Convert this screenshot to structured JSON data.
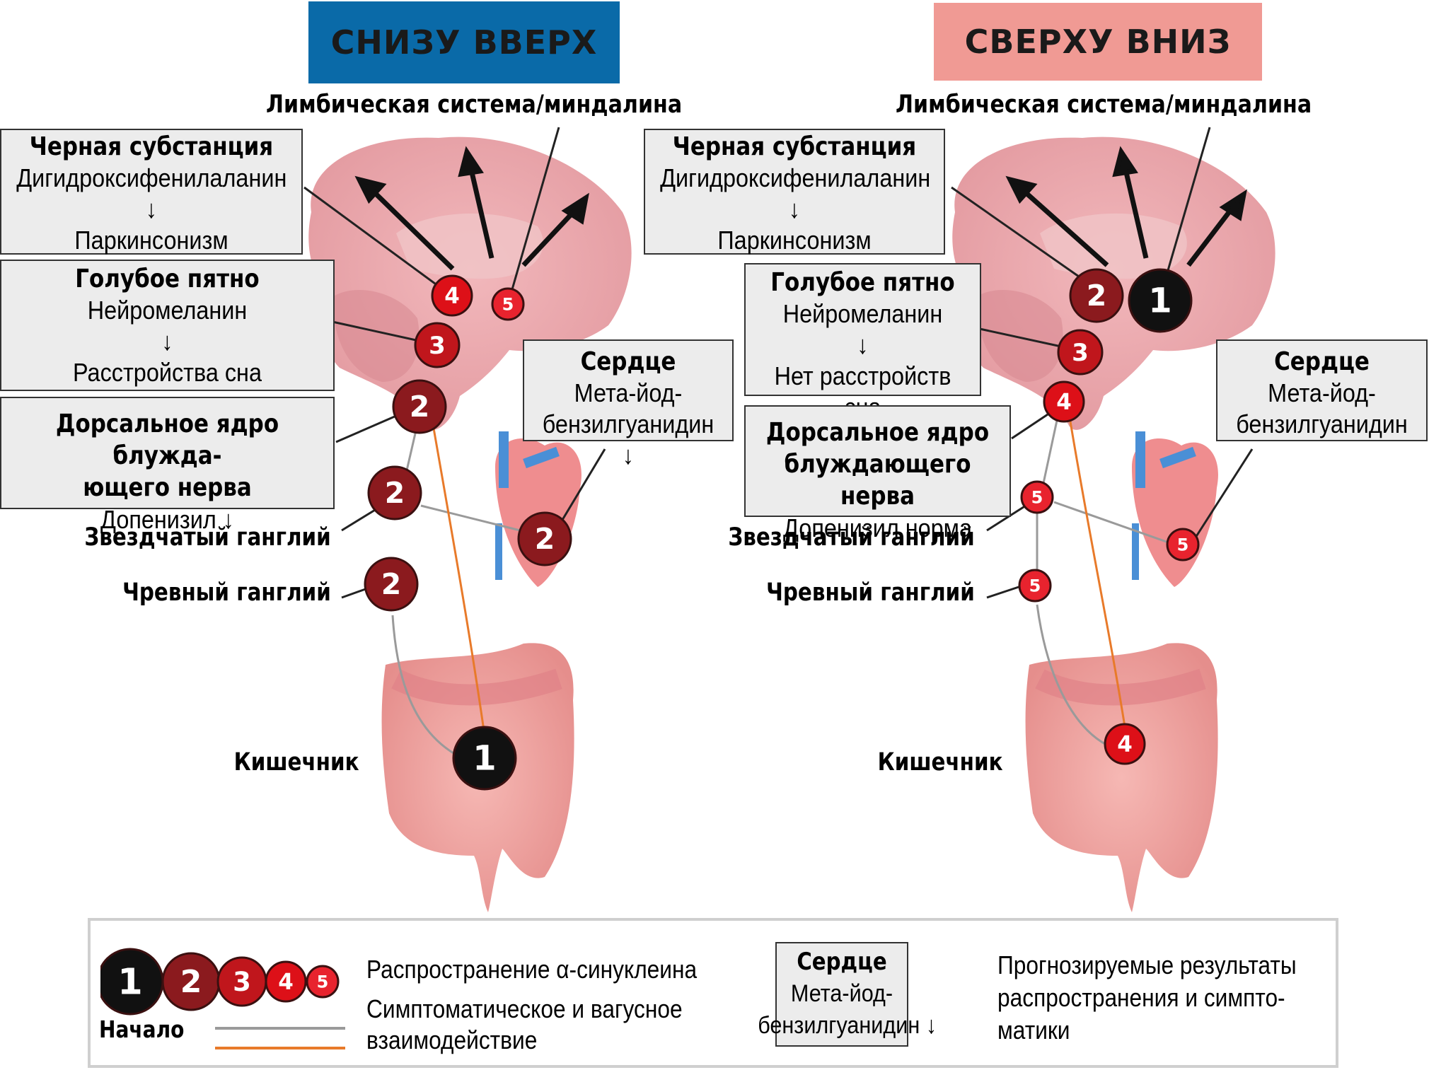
{
  "panels": {
    "left": {
      "title": "СНИЗУ ВВЕРХ",
      "title_bg": "#0a6aa8",
      "limbic_label": "Лимбическая система/миндалина",
      "boxes": {
        "substantia_nigra": {
          "title": "Черная субстанция",
          "lines": [
            "Дигидроксифенилаланин",
            "↓",
            "Паркинсонизм"
          ]
        },
        "locus_coeruleus": {
          "title": "Голубое пятно",
          "lines": [
            "Нейромеланин",
            "↓",
            "Расстройства сна"
          ]
        },
        "dorsal_vagus": {
          "title_lines": [
            "Дорсальное ядро блужда-",
            "ющего нерва"
          ],
          "lines": [
            "Допенизил ↓"
          ]
        },
        "heart": {
          "title": "Сердце",
          "lines": [
            "Мета-йод-",
            "бензилгуанидин ↓"
          ]
        }
      },
      "labels": {
        "stellate": "Звездчатый ганглий",
        "celiac": "Чревный ганглий",
        "gut": "Кишечник"
      },
      "markers": [
        {
          "id": "substantia-nigra",
          "stage": "4"
        },
        {
          "id": "limbic",
          "stage": "5"
        },
        {
          "id": "locus-coeruleus",
          "stage": "3"
        },
        {
          "id": "dorsal-vagus",
          "stage": "2"
        },
        {
          "id": "stellate-ganglion",
          "stage": "2"
        },
        {
          "id": "heart",
          "stage": "2"
        },
        {
          "id": "celiac-ganglion",
          "stage": "2"
        },
        {
          "id": "gut",
          "stage": "1"
        }
      ]
    },
    "right": {
      "title": "СВЕРХУ ВНИЗ",
      "title_bg": "#f09a94",
      "limbic_label": "Лимбическая система/миндалина",
      "boxes": {
        "substantia_nigra": {
          "title": "Черная субстанция",
          "lines": [
            "Дигидроксифенилаланин",
            "↓",
            "Паркинсонизм"
          ]
        },
        "locus_coeruleus": {
          "title": "Голубое пятно",
          "lines": [
            "Нейромеланин",
            "↓",
            "Нет расстройств сна"
          ]
        },
        "dorsal_vagus": {
          "title_lines": [
            "Дорсальное ядро",
            "блуждающего нерва"
          ],
          "lines": [
            "Допенизил норма"
          ]
        },
        "heart": {
          "title": "Сердце",
          "lines": [
            "Мета-йод-",
            "бензилгуанидин"
          ]
        }
      },
      "labels": {
        "stellate": "Звездчатый ганглий",
        "celiac": "Чревный ганглий",
        "gut": "Кишечник"
      },
      "markers": [
        {
          "id": "substantia-nigra",
          "stage": "2"
        },
        {
          "id": "limbic",
          "stage": "1"
        },
        {
          "id": "locus-coeruleus",
          "stage": "3"
        },
        {
          "id": "dorsal-vagus",
          "stage": "4"
        },
        {
          "id": "stellate-ganglion",
          "stage": "5"
        },
        {
          "id": "heart",
          "stage": "5"
        },
        {
          "id": "celiac-ganglion",
          "stage": "5"
        },
        {
          "id": "gut",
          "stage": "4"
        }
      ]
    }
  },
  "stage_colors": {
    "1": "#111111",
    "2": "#8b1a1e",
    "3": "#c0161c",
    "4": "#dd1018",
    "5": "#e8232e"
  },
  "legend": {
    "stages": [
      "1",
      "2",
      "3",
      "4",
      "5"
    ],
    "start_label": "Начало",
    "spread_label": "Распространение α-синуклеина",
    "interaction_label_1": "Симптоматическое и вагусное",
    "interaction_label_2": "взаимодействие",
    "line_colors": {
      "gray": "#9a9a9a",
      "orange": "#e87a2a"
    },
    "example_box": {
      "title": "Сердце",
      "lines": [
        "Мета-йод-",
        "бензилгуанидин ↓"
      ]
    },
    "predicted_label": [
      "Прогнозируемые результаты",
      "распространения  и симпто-",
      "матики"
    ]
  }
}
